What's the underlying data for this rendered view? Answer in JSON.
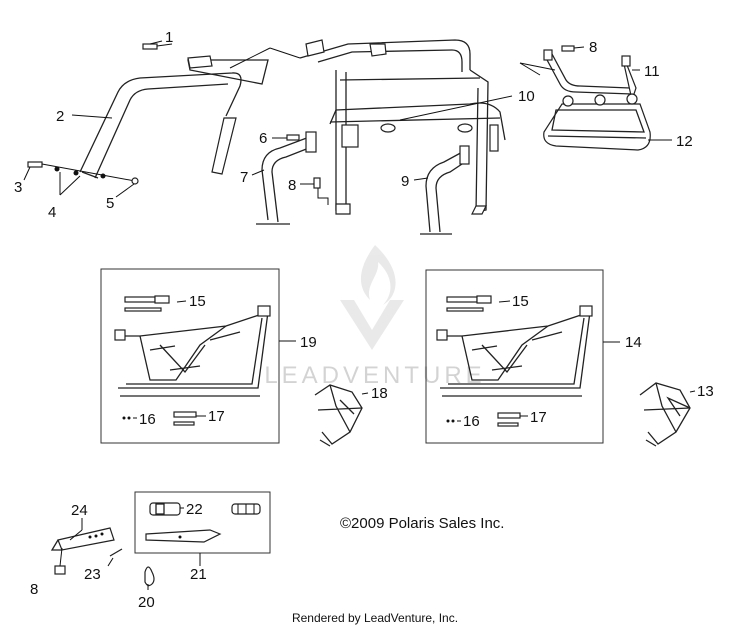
{
  "diagram": {
    "callouts": {
      "c1": "1",
      "c2": "2",
      "c3": "3",
      "c4": "4",
      "c5": "5",
      "c6": "6",
      "c7": "7",
      "c8a": "8",
      "c8b": "8",
      "c8c": "8",
      "c9": "9",
      "c10": "10",
      "c11": "11",
      "c12": "12",
      "c13": "13",
      "c14": "14",
      "c15a": "15",
      "c15b": "15",
      "c16a": "16",
      "c16b": "16",
      "c17a": "17",
      "c17b": "17",
      "c18": "18",
      "c19": "19",
      "c20": "20",
      "c21": "21",
      "c22": "22",
      "c23": "23",
      "c24": "24"
    },
    "copyright": "©2009 Polaris Sales Inc.",
    "footer": "Rendered by LeadVenture, Inc.",
    "watermark": "LEADVENTURE",
    "colors": {
      "line": "#111111",
      "watermark": "#d9d9d9",
      "background": "#ffffff"
    }
  }
}
